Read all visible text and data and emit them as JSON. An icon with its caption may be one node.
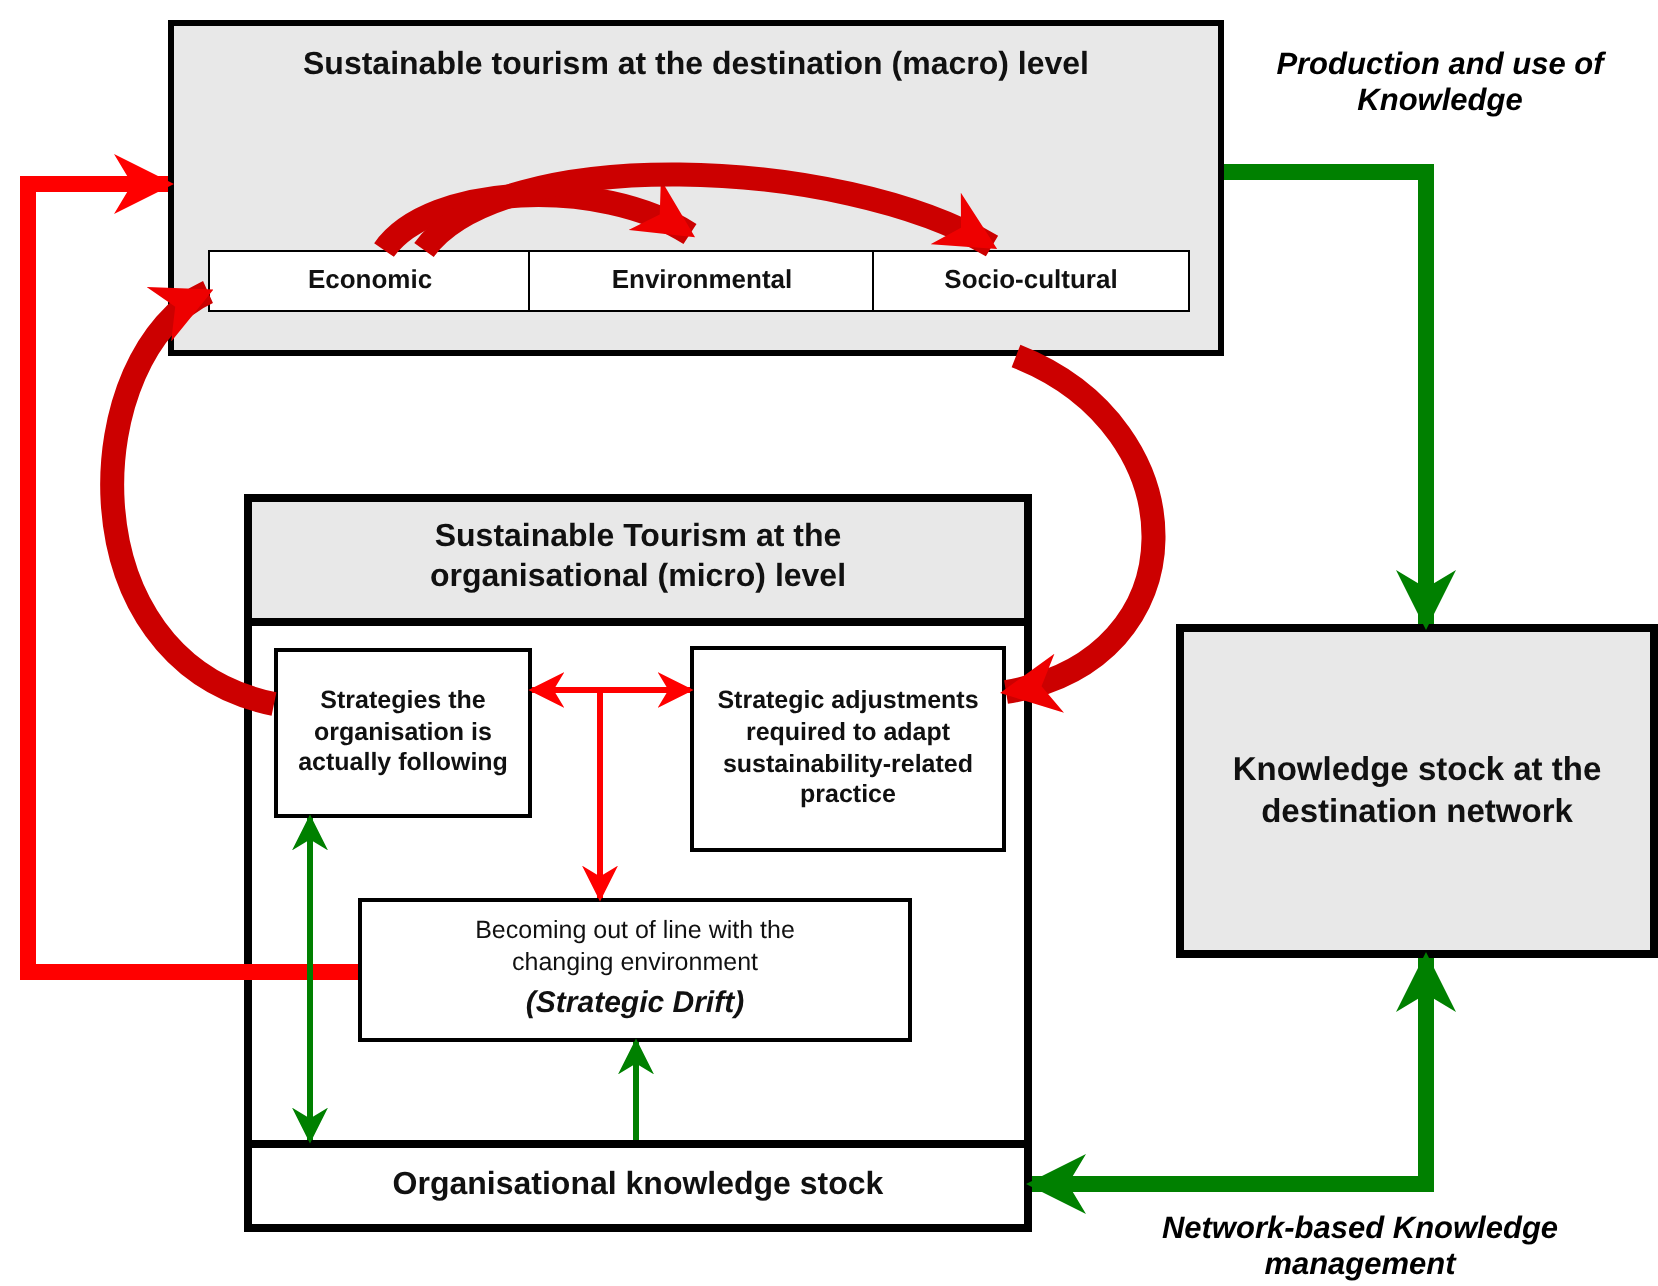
{
  "diagram": {
    "nodes": [
      {
        "text": [
          "Sustainable tourism at the destination (macro) level"
        ]
      },
      {
        "text": [
          "Economic"
        ],
        "in": 0
      },
      {
        "text": [
          "Environmental"
        ],
        "in": 0
      },
      {
        "text": [
          "Socio-cultural"
        ],
        "in": 0
      },
      {
        "text": [
          "Sustainable Tourism at the organisational (micro) level"
        ]
      },
      {
        "text": [
          "Strategies the organisation is actually following"
        ],
        "in": 4
      },
      {
        "text": [
          "Strategic adjustments required to adapt sustainability-related practice"
        ],
        "in": 4
      },
      {
        "text": [
          "Becoming out of line with the changing environment",
          "(Strategic Drift)"
        ],
        "in": 4
      },
      {
        "text": [
          "Organisational knowledge stock"
        ],
        "in": 4
      },
      {
        "text": [
          "Knowledge stock at the destination network"
        ]
      }
    ],
    "edges": [
      {
        "from": 1,
        "to": 2,
        "arrow": "to"
      },
      {
        "from": 1,
        "to": 3,
        "arrow": "to"
      },
      {
        "from": 0,
        "to": 6,
        "arrow": "to"
      },
      {
        "from": 5,
        "to": 1,
        "arrow": "to"
      },
      {
        "from": 5,
        "to": 6,
        "arrow": "both"
      },
      {
        "from": null,
        "to": 7,
        "arrow": "to"
      },
      {
        "from": 7,
        "to": 0,
        "arrow": "to"
      },
      {
        "from": 0,
        "to": 9,
        "arrow": "to",
        "label": "Production and use of Knowledge",
        "color": "#008000"
      },
      {
        "from": 8,
        "to": 9,
        "arrow": "both",
        "label": "Network-based Knowledge management",
        "color": "#008000"
      },
      {
        "from": 5,
        "to": 8,
        "arrow": "both",
        "color": "#008000"
      },
      {
        "from": 8,
        "to": 7,
        "arrow": "to",
        "color": "#008000"
      }
    ]
  }
}
